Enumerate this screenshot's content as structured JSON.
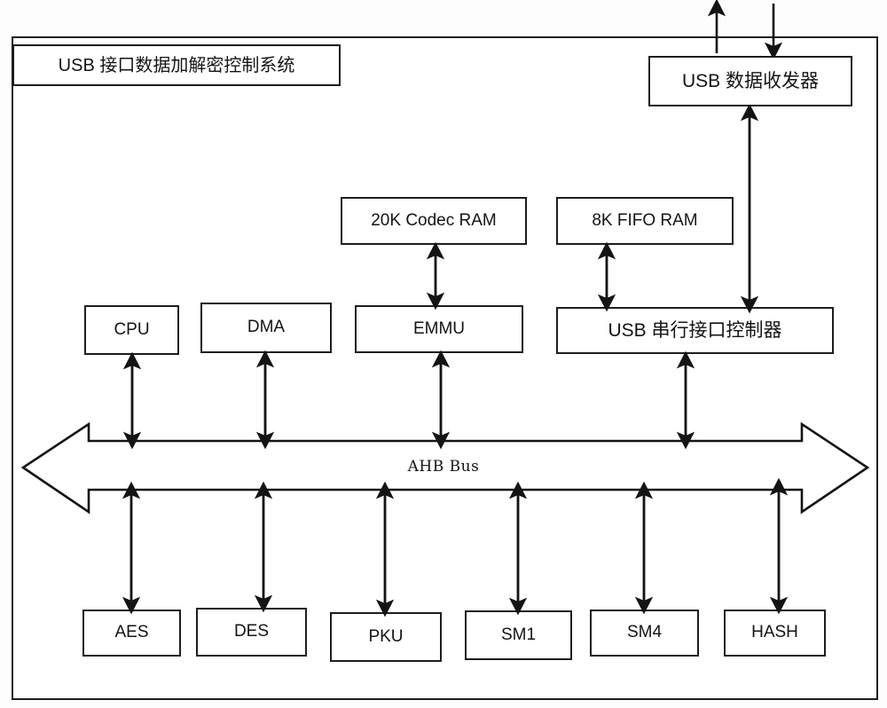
{
  "diagram": {
    "title": "USB 接口数据加解密控制系统",
    "bus_label": "AHB Bus",
    "external_block": {
      "label": "USB 数据收发器"
    },
    "memory_blocks": [
      {
        "id": "codec-ram",
        "label": "20K Codec RAM"
      },
      {
        "id": "fifo-ram",
        "label": "8K FIFO RAM"
      }
    ],
    "controller_blocks": [
      {
        "id": "cpu",
        "label": "CPU"
      },
      {
        "id": "dma",
        "label": "DMA"
      },
      {
        "id": "emmu",
        "label": "EMMU"
      },
      {
        "id": "usb-ctrl",
        "label": "USB 串行接口控制器"
      }
    ],
    "crypto_blocks": [
      {
        "id": "aes",
        "label": "AES"
      },
      {
        "id": "des",
        "label": "DES"
      },
      {
        "id": "pku",
        "label": "PKU"
      },
      {
        "id": "sm1",
        "label": "SM1"
      },
      {
        "id": "sm4",
        "label": "SM4"
      },
      {
        "id": "hash",
        "label": "HASH"
      }
    ],
    "colors": {
      "line": "#141414",
      "box_fill": "#ffffff",
      "background": "#fdfdfd"
    }
  }
}
